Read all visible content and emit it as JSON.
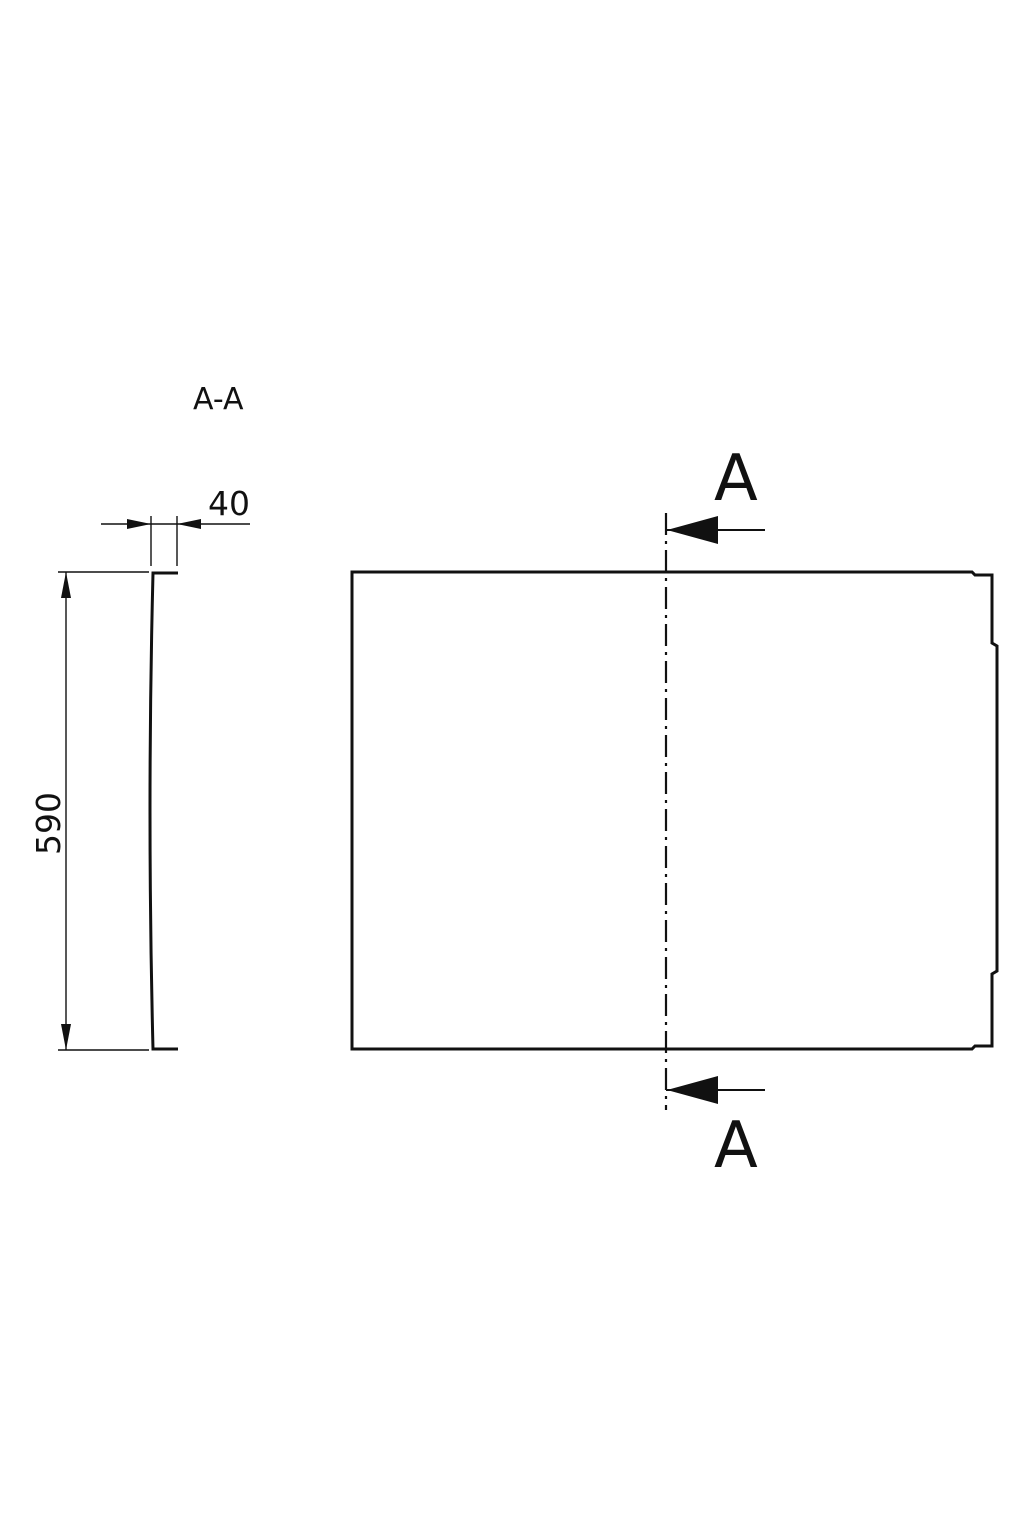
{
  "section_view": {
    "title": "A-A",
    "dim_height": "590",
    "dim_width": "40"
  },
  "front_view": {
    "cut_label_top": "A",
    "cut_label_bottom": "A"
  },
  "colors": {
    "line": "#111111",
    "background": "#ffffff"
  }
}
